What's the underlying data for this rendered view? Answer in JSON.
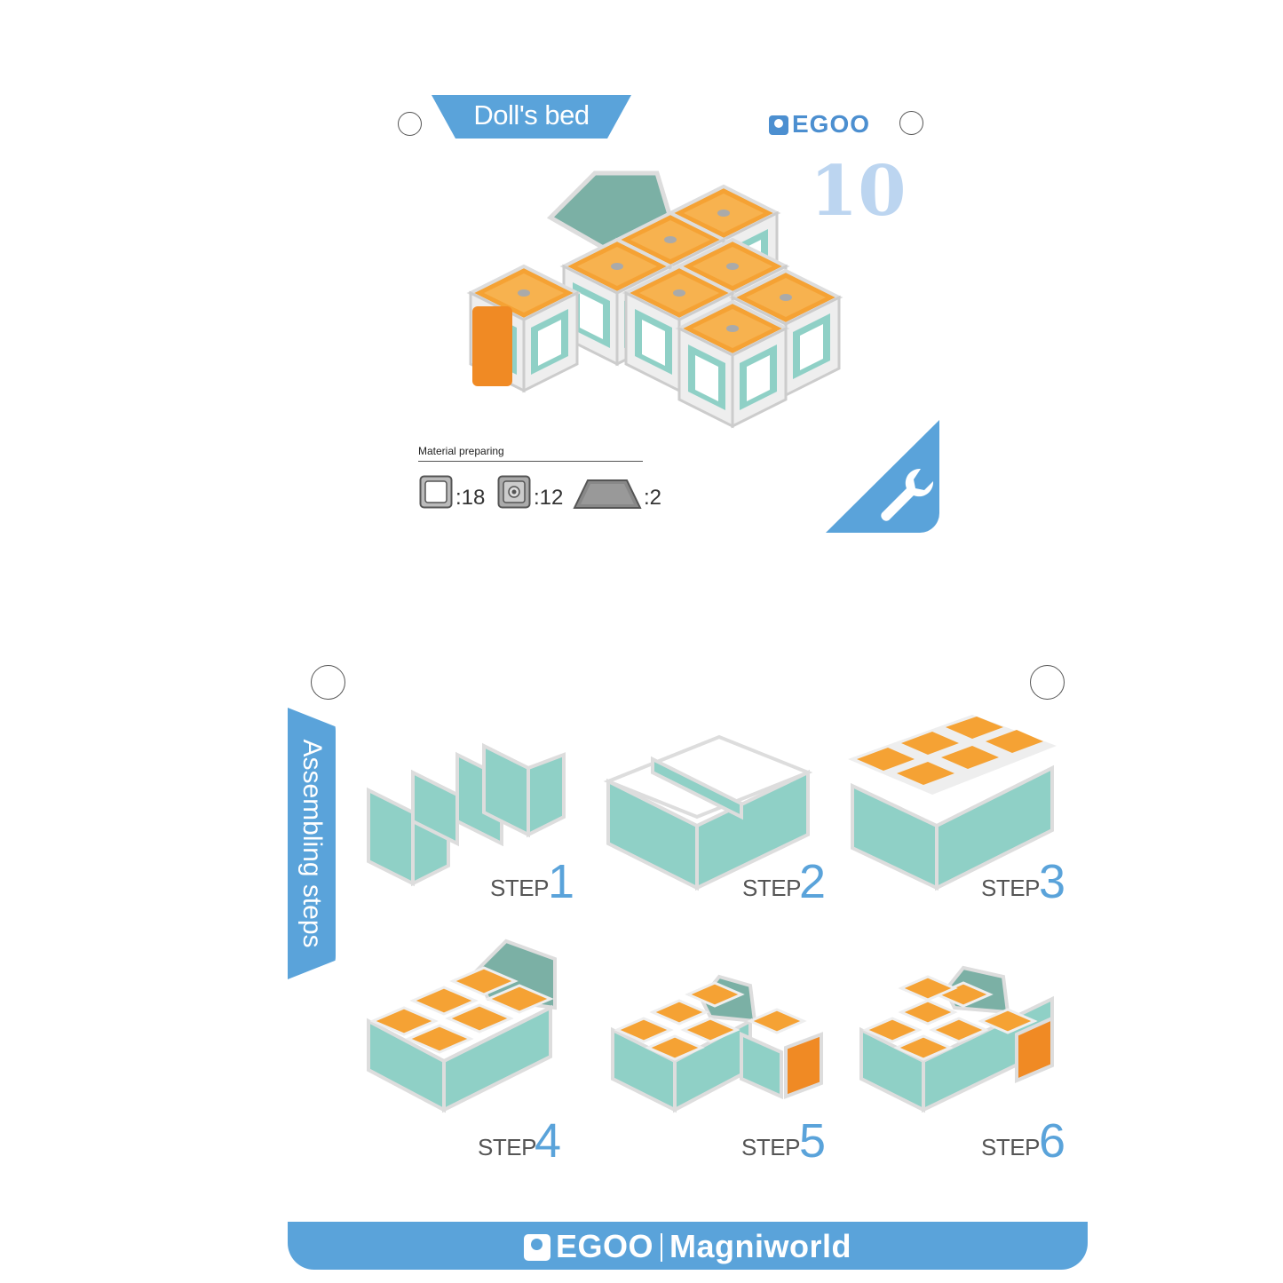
{
  "title": "Doll's bed",
  "brand": "EGOO",
  "page_number": "10",
  "material": {
    "label": "Material preparing",
    "items": [
      {
        "icon": "square-frame-icon",
        "count": ":18"
      },
      {
        "icon": "square-hole-tile-icon",
        "count": ":12"
      },
      {
        "icon": "trapezoid-panel-icon",
        "count": ":2"
      }
    ]
  },
  "side_tab": "Assembling steps",
  "steps": [
    {
      "label": "STEP",
      "number": "1"
    },
    {
      "label": "STEP",
      "number": "2"
    },
    {
      "label": "STEP",
      "number": "3"
    },
    {
      "label": "STEP",
      "number": "4"
    },
    {
      "label": "STEP",
      "number": "5"
    },
    {
      "label": "STEP",
      "number": "6"
    }
  ],
  "footer": {
    "brand": "EGOO",
    "product": "Magniworld"
  },
  "colors": {
    "accent": "#5aa3da",
    "orange": "#f5a234",
    "frame": "#8fd0c6",
    "page_number": "#bcd5f0"
  }
}
